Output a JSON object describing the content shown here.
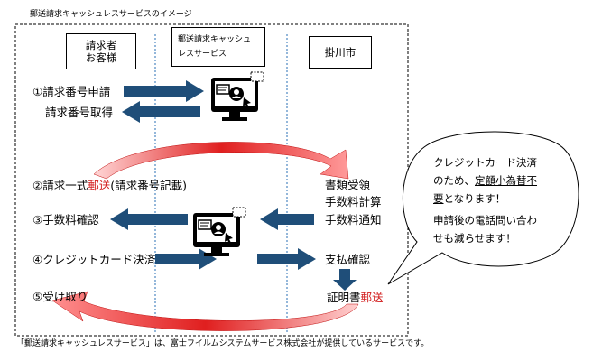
{
  "title": "郵送請求キャッシュレスサービスのイメージ",
  "lanes": {
    "customer": [
      "請求者",
      "お客様"
    ],
    "service": [
      "郵送請求キャッシュ",
      "レスサービス"
    ],
    "city": "掛川市"
  },
  "steps": {
    "s1a": "①請求番号申請",
    "s1b": "請求番号取得",
    "s2_prefix": "②請求一式",
    "s2_red": "郵送",
    "s2_suffix": "(請求番号記載)",
    "s3": "③手数料確認",
    "s4": "④クレジットカード決済",
    "s5": "⑤受け取り"
  },
  "city_steps": {
    "c1": "書類受領",
    "c2": "手数料計算",
    "c3": "手数料通知",
    "c4": "支払確認",
    "c5_prefix": "証明書",
    "c5_red": "郵送"
  },
  "bubble": {
    "l1": "クレジットカード決済",
    "l2_a": "のため、",
    "l2_b": "定額小為替不",
    "l3_a": "要",
    "l3_b": "となります！",
    "l4": "申請後の電話問い合わ",
    "l5": "せも減らせます！"
  },
  "footer": "「郵送請求キャッシュレスサービス」は、富士フイルムシステムサービス株式会社が提供しているサービスです。",
  "icons": [
    "computer-icon",
    "computer-icon"
  ],
  "colors": {
    "arrow_blue": "#1f4e79",
    "accent_red": "#d32020",
    "curve_red": "#e01f1f"
  }
}
